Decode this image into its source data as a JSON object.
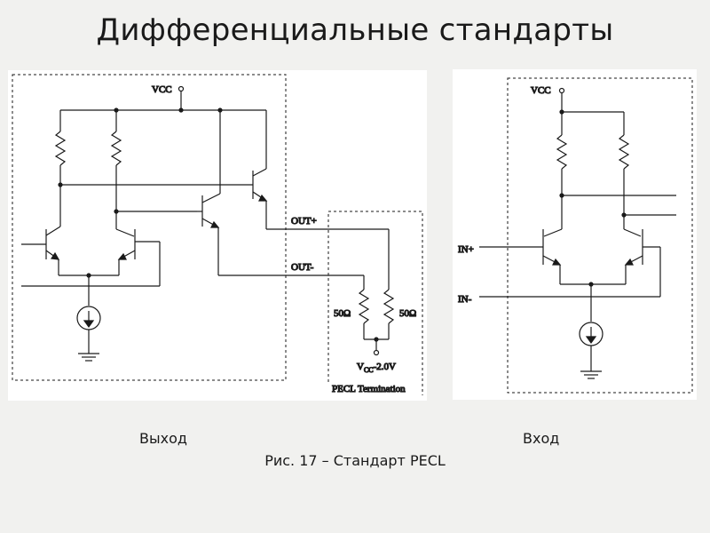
{
  "title": "Дифференциальные стандарты",
  "output_circuit": {
    "vcc": "VCC",
    "out_plus": "OUT+",
    "out_minus": "OUT-",
    "r1": "50Ω",
    "r2": "50Ω",
    "vterm_main": "V",
    "vterm_sub": "CC",
    "vterm_rest": "-2.0V",
    "termination_label": "PECL Termination"
  },
  "input_circuit": {
    "vcc": "VCC",
    "in_plus": "IN+",
    "in_minus": "IN-"
  },
  "captions": {
    "left": "Выход",
    "right": "Вход",
    "figure": "Рис. 17 – Стандарт PECL"
  }
}
